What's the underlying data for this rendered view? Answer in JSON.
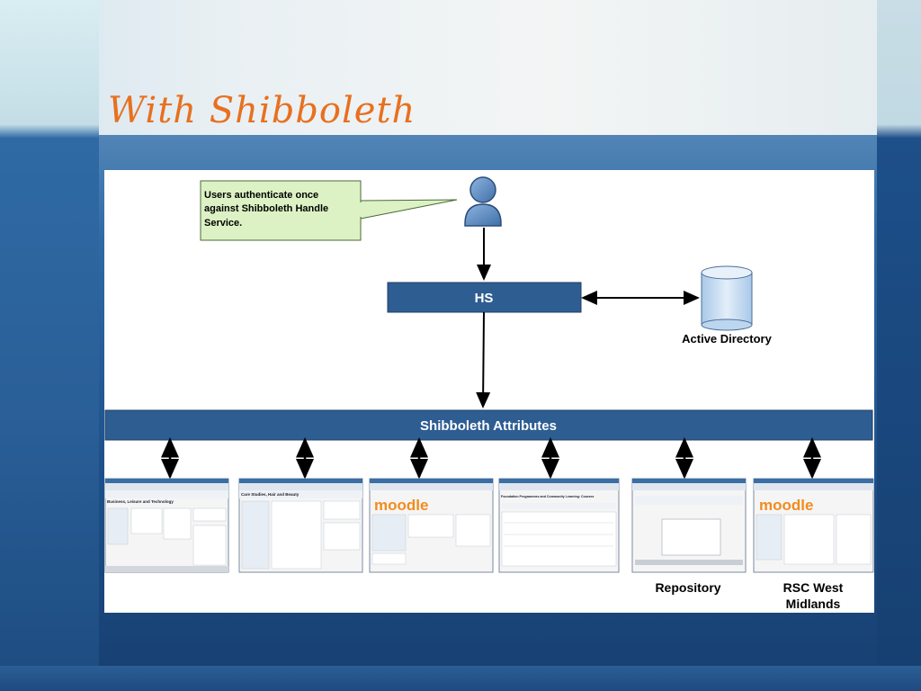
{
  "slide": {
    "title": "With Shibboleth"
  },
  "callout": {
    "lines": [
      "Users authenticate once",
      "against Shibboleth Handle",
      "Service."
    ]
  },
  "hs_label": "HS",
  "active_directory_label": "Active Directory",
  "attributes_bar_label": "Shibboleth Attributes",
  "screenshots": [
    {
      "id": "blt",
      "header": "Business, Leisure and Technology",
      "logo": ""
    },
    {
      "id": "chb",
      "header": "Care Studies, Hair and Beauty",
      "logo": ""
    },
    {
      "id": "moodle1",
      "header": "",
      "logo": "moodle"
    },
    {
      "id": "fp",
      "header": "Foundation Programmes and Community Learning: Courses",
      "logo": ""
    },
    {
      "id": "repo",
      "header": "",
      "logo": ""
    },
    {
      "id": "moodle2",
      "header": "",
      "logo": "moodle"
    }
  ],
  "labels": {
    "repository": "Repository",
    "rsc_line1": "RSC West",
    "rsc_line2": "Midlands"
  },
  "colors": {
    "title": "#e8701f",
    "bar": "#2e5d92",
    "callout_fill": "#ddf2c4",
    "cylinder": "#cfe3f5"
  }
}
